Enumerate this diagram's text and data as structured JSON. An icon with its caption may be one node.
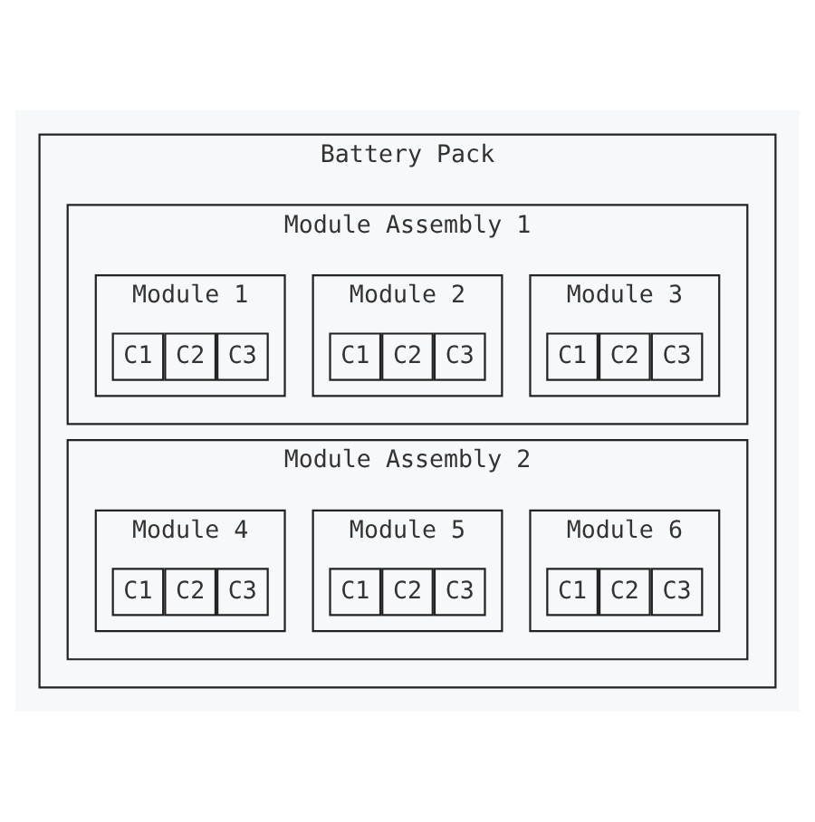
{
  "diagram": {
    "nodes": [
      {
        "text": [
          "Battery Pack"
        ]
      },
      {
        "text": [
          "Module Assembly 1"
        ],
        "in": 0
      },
      {
        "text": [
          "Module 1"
        ],
        "in": 1
      },
      {
        "text": [
          "C1"
        ],
        "in": 2
      },
      {
        "text": [
          "C2"
        ],
        "in": 2
      },
      {
        "text": [
          "C3"
        ],
        "in": 2
      },
      {
        "text": [
          "Module 2"
        ],
        "in": 1
      },
      {
        "text": [
          "C1"
        ],
        "in": 6
      },
      {
        "text": [
          "C2"
        ],
        "in": 6
      },
      {
        "text": [
          "C3"
        ],
        "in": 6
      },
      {
        "text": [
          "Module 3"
        ],
        "in": 1
      },
      {
        "text": [
          "C1"
        ],
        "in": 10
      },
      {
        "text": [
          "C2"
        ],
        "in": 10
      },
      {
        "text": [
          "C3"
        ],
        "in": 10
      },
      {
        "text": [
          "Module Assembly 2"
        ],
        "in": 0
      },
      {
        "text": [
          "Module 4"
        ],
        "in": 14
      },
      {
        "text": [
          "C1"
        ],
        "in": 15
      },
      {
        "text": [
          "C2"
        ],
        "in": 15
      },
      {
        "text": [
          "C3"
        ],
        "in": 15
      },
      {
        "text": [
          "Module 5"
        ],
        "in": 14
      },
      {
        "text": [
          "C1"
        ],
        "in": 19
      },
      {
        "text": [
          "C2"
        ],
        "in": 19
      },
      {
        "text": [
          "C3"
        ],
        "in": 19
      },
      {
        "text": [
          "Module 6"
        ],
        "in": 14
      },
      {
        "text": [
          "C1"
        ],
        "in": 23
      },
      {
        "text": [
          "C2"
        ],
        "in": 23
      },
      {
        "text": [
          "C3"
        ],
        "in": 23
      }
    ]
  }
}
